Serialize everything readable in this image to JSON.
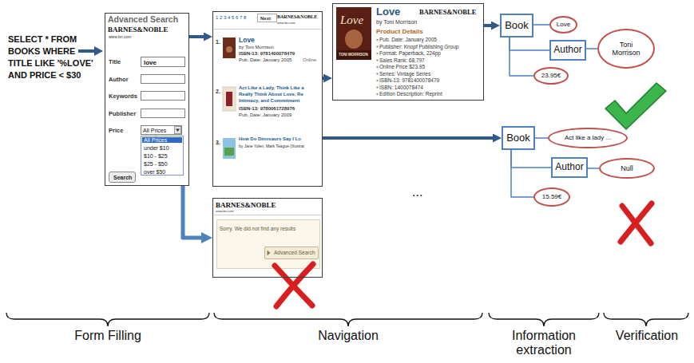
{
  "diagram": {
    "nodes": [
      {
        "text": [
          "Advanced Search",
          "BARNES&NOBLE",
          "www.bn.com",
          "Title",
          "Author",
          "Keywords",
          "Publisher",
          "Price"
        ]
      },
      {
        "text": [
          "love"
        ],
        "in": 0
      },
      {
        "text": [
          "All Prices"
        ],
        "in": 0
      },
      {
        "text": [
          "All Prices",
          "under $10",
          "$10 - $25",
          "$25 - $50",
          "over $50"
        ],
        "in": 0
      },
      {
        "text": [
          "Search"
        ],
        "in": 0
      },
      {
        "text": [
          "1 2 3 4 5 6 7 8",
          "Next",
          "BARNES&NOBLE",
          "www.bn.com",
          "1.",
          "Love",
          "by Toni Morrison",
          "ISBN-13: 9781400078479",
          "Pub. Date: January 2005",
          "Online",
          "2.",
          "Act Like a Lady, Think Like a",
          "Really Think About Love, Re",
          "Intimacy, and Commitment",
          "ISBN-13: 9780061728976",
          "Pub. Date: January 2009",
          "3.",
          "How Do Dinosaurs Say I Lo",
          "by Jane Yolen, Mark Teague (Illustrat"
        ]
      },
      {
        "text": [
          "Love",
          "TONI MORRISON",
          "Love",
          "BARNES&NOBLE",
          "by Toni Morrison",
          "Product Details",
          "Pub. Date: January 2005",
          "Publisher: Knopf Publishing Group",
          "Format: Paperback, 224pp",
          "Sales Rank: 68,797",
          "Online Price $23.95",
          "Series: Vintage Series",
          "ISBN-13: 9781400078479",
          "ISBN: 1400078474",
          "Edition Description: Reprint"
        ]
      },
      {
        "text": [
          "BARNES&NOBLE",
          "www.bn.com",
          "Sorry. We did not find any results"
        ]
      },
      {
        "text": [
          "Advanced Search"
        ],
        "in": 7
      },
      {
        "text": [
          "Book"
        ]
      },
      {
        "text": [
          "Love"
        ]
      },
      {
        "text": [
          "Author"
        ]
      },
      {
        "text": [
          "Toni Morrison"
        ]
      },
      {
        "text": [
          "23.95€"
        ]
      },
      {
        "text": [
          "Book"
        ]
      },
      {
        "text": [
          "Act like a lady ..."
        ]
      },
      {
        "text": [
          "Author"
        ]
      },
      {
        "text": [
          "Null"
        ]
      },
      {
        "text": [
          "15.59€"
        ]
      }
    ],
    "edges": [
      {
        "from": 0,
        "to": 5,
        "arrow": "to"
      },
      {
        "from": 5,
        "to": 6,
        "arrow": "to"
      },
      {
        "from": 6,
        "to": 9,
        "arrow": "to"
      },
      {
        "from": 5,
        "to": 14,
        "arrow": "to"
      },
      {
        "from": 0,
        "to": 7,
        "arrow": "to"
      },
      {
        "from": 9,
        "to": 10,
        "arrow": "none"
      },
      {
        "from": 9,
        "to": 11,
        "arrow": "none"
      },
      {
        "from": 11,
        "to": 12,
        "arrow": "none"
      },
      {
        "from": 9,
        "to": 13,
        "arrow": "none"
      },
      {
        "from": 14,
        "to": 15,
        "arrow": "none"
      },
      {
        "from": 14,
        "to": 16,
        "arrow": "none"
      },
      {
        "from": 16,
        "to": 17,
        "arrow": "none"
      },
      {
        "from": 14,
        "to": 18,
        "arrow": "none"
      }
    ],
    "labels": [
      "SELECT * FROM BOOKS WHERE TITLE LIKE '%LOVE' AND PRICE < $30",
      "...",
      "Form Filling",
      "Navigation",
      "Information extraction",
      "Verification"
    ]
  }
}
